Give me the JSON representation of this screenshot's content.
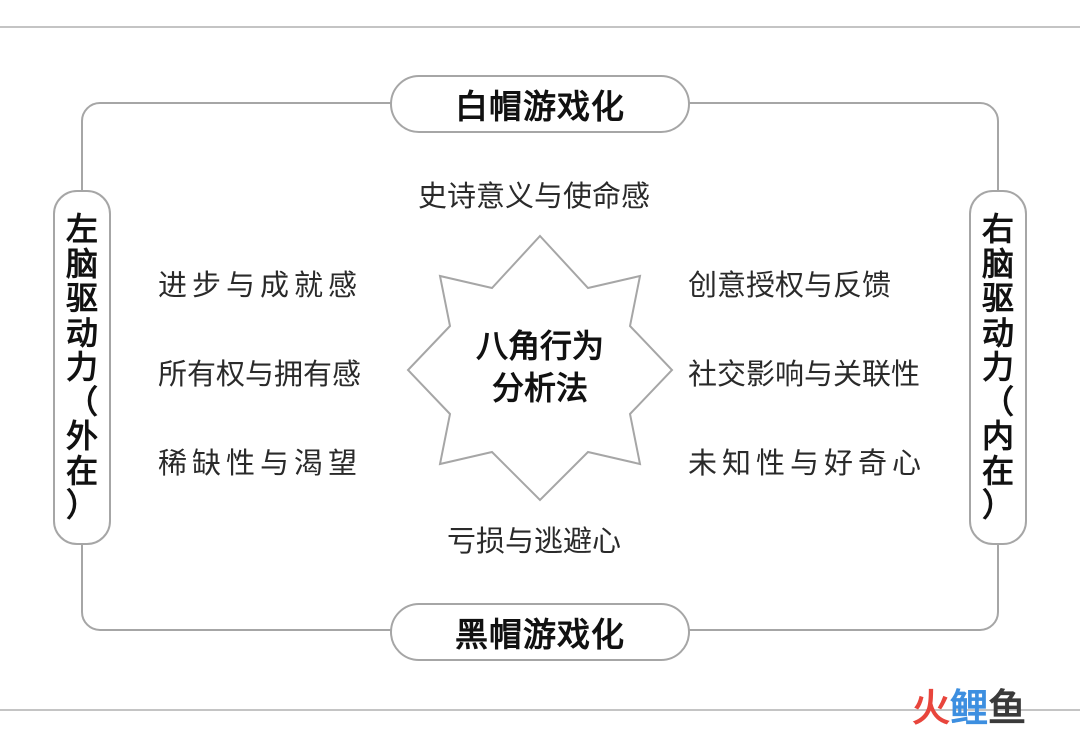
{
  "top_label": "白帽游戏化",
  "bottom_label": "黑帽游戏化",
  "left_label_chars": [
    "左",
    "脑",
    "驱",
    "动",
    "力",
    "（",
    "外",
    "在",
    "）"
  ],
  "right_label_chars": [
    "右",
    "脑",
    "驱",
    "动",
    "力",
    "（",
    "内",
    "在",
    "）"
  ],
  "center_lines": [
    "八角行为",
    "分析法"
  ],
  "top_drive": "史诗意义与使命感",
  "bottom_drive": "亏损与逃避心",
  "left_drives": [
    "进步与成就感",
    "所有权与拥有感",
    "稀缺性与渴望"
  ],
  "right_drives": [
    "创意授权与反馈",
    "社交影响与关联性",
    "未知性与好奇心"
  ],
  "watermark_chars": [
    "火",
    "鲤",
    "鱼"
  ],
  "colors": {
    "frame": "#a6a6a6",
    "text": "#222222",
    "watermark_red": "#e8453c",
    "watermark_blue": "#3d8fe0",
    "watermark_dark": "#3a3a3a"
  }
}
